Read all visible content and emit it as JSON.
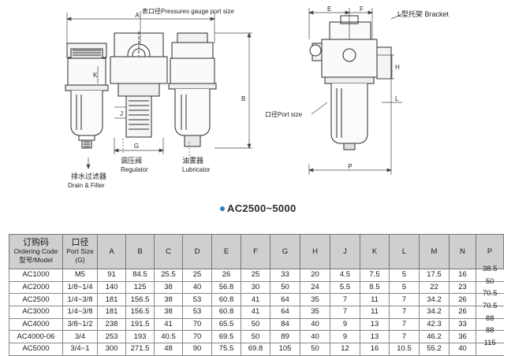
{
  "drawing": {
    "dims_front": [
      "A",
      "B",
      "G",
      "J",
      "K"
    ],
    "dims_side": [
      "E",
      "F",
      "H",
      "L",
      "P"
    ],
    "callouts": {
      "gauge_port": "表口径Pressures gauge port size",
      "bracket": "L型托架 Bracket",
      "port": "口径Port size",
      "drain_cn": "排水过滤器",
      "drain_en": "Drain & Filter",
      "regulator_cn": "调压阀",
      "regulator_en": "Regulator",
      "lubricator_cn": "油雾器",
      "lubricator_en": "Lubricator"
    }
  },
  "model_title": "AC2500~5000",
  "table": {
    "header": {
      "model_cn": "订购码",
      "model_en": "Ordering Code",
      "model_cn2": "型号/Model",
      "port_cn": "口径",
      "port_en": "Port Size",
      "port_unit": "(G)",
      "cols": [
        "A",
        "B",
        "C",
        "D",
        "E",
        "F",
        "G",
        "H",
        "J",
        "K",
        "L",
        "M",
        "N",
        "P"
      ]
    },
    "rows": [
      {
        "model": "AC1000",
        "port": "M5",
        "v": [
          "91",
          "84.5",
          "25.5",
          "25",
          "26",
          "25",
          "33",
          "20",
          "4.5",
          "7.5",
          "5",
          "17.5",
          "16",
          "38.5"
        ]
      },
      {
        "model": "AC2000",
        "port": "1/8~1/4",
        "v": [
          "140",
          "125",
          "38",
          "40",
          "56.8",
          "30",
          "50",
          "24",
          "5.5",
          "8.5",
          "5",
          "22",
          "23",
          "50"
        ]
      },
      {
        "model": "AC2500",
        "port": "1/4~3/8",
        "v": [
          "181",
          "156.5",
          "38",
          "53",
          "60.8",
          "41",
          "64",
          "35",
          "7",
          "11",
          "7",
          "34.2",
          "26",
          "70.5"
        ]
      },
      {
        "model": "AC3000",
        "port": "1/4~3/8",
        "v": [
          "181",
          "156.5",
          "38",
          "53",
          "60.8",
          "41",
          "64",
          "35",
          "7",
          "11",
          "7",
          "34.2",
          "26",
          "70.5"
        ]
      },
      {
        "model": "AC4000",
        "port": "3/8~1/2",
        "v": [
          "238",
          "191.5",
          "41",
          "70",
          "65.5",
          "50",
          "84",
          "40",
          "9",
          "13",
          "7",
          "42.3",
          "33",
          "88"
        ]
      },
      {
        "model": "AC4000-06",
        "port": "3/4",
        "v": [
          "253",
          "193",
          "40.5",
          "70",
          "69.5",
          "50",
          "89",
          "40",
          "9",
          "13",
          "7",
          "46.2",
          "36",
          "88"
        ]
      },
      {
        "model": "AC5000",
        "port": "3/4~1",
        "v": [
          "300",
          "271.5",
          "48",
          "90",
          "75.5",
          "69.8",
          "105",
          "50",
          "12",
          "16",
          "10.5",
          "55.2",
          "40",
          "115"
        ]
      }
    ]
  }
}
